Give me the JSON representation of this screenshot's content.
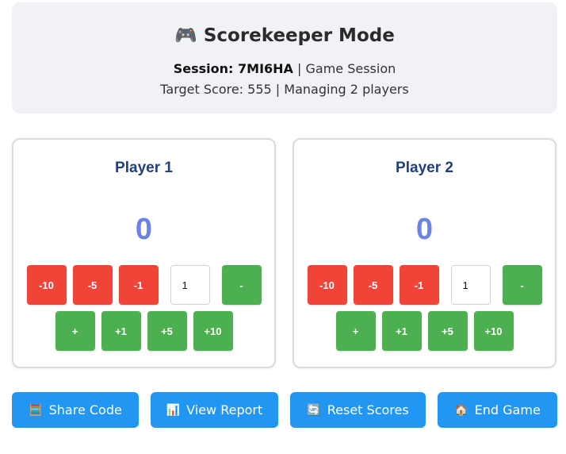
{
  "header": {
    "icon": "🎮",
    "title": "Scorekeeper Mode",
    "session_label": "Session: 7MI6HA",
    "session_suffix": " | Game Session",
    "target_line": "Target Score: 555 | Managing 2 players"
  },
  "players": [
    {
      "name": "Player 1",
      "score": "0",
      "step_value": "1",
      "minus_buttons": [
        "-10",
        "-5",
        "-1"
      ],
      "custom_minus": "-",
      "custom_plus": "+",
      "plus_buttons": [
        "+1",
        "+5",
        "+10"
      ]
    },
    {
      "name": "Player 2",
      "score": "0",
      "step_value": "1",
      "minus_buttons": [
        "-10",
        "-5",
        "-1"
      ],
      "custom_minus": "-",
      "custom_plus": "+",
      "plus_buttons": [
        "+1",
        "+5",
        "+10"
      ]
    }
  ],
  "actions": {
    "share": {
      "icon": "🧮",
      "label": "Share Code"
    },
    "report": {
      "icon": "📊",
      "label": "View Report"
    },
    "reset": {
      "icon": "🔄",
      "label": "Reset Scores"
    },
    "end": {
      "icon": "🏠",
      "label": "End Game"
    }
  },
  "colors": {
    "header_bg": "#f1f2f5",
    "player_name": "#22407d",
    "score": "#6b82e6",
    "minus": "#f04438",
    "plus": "#4caf50",
    "action": "#2196f3"
  }
}
